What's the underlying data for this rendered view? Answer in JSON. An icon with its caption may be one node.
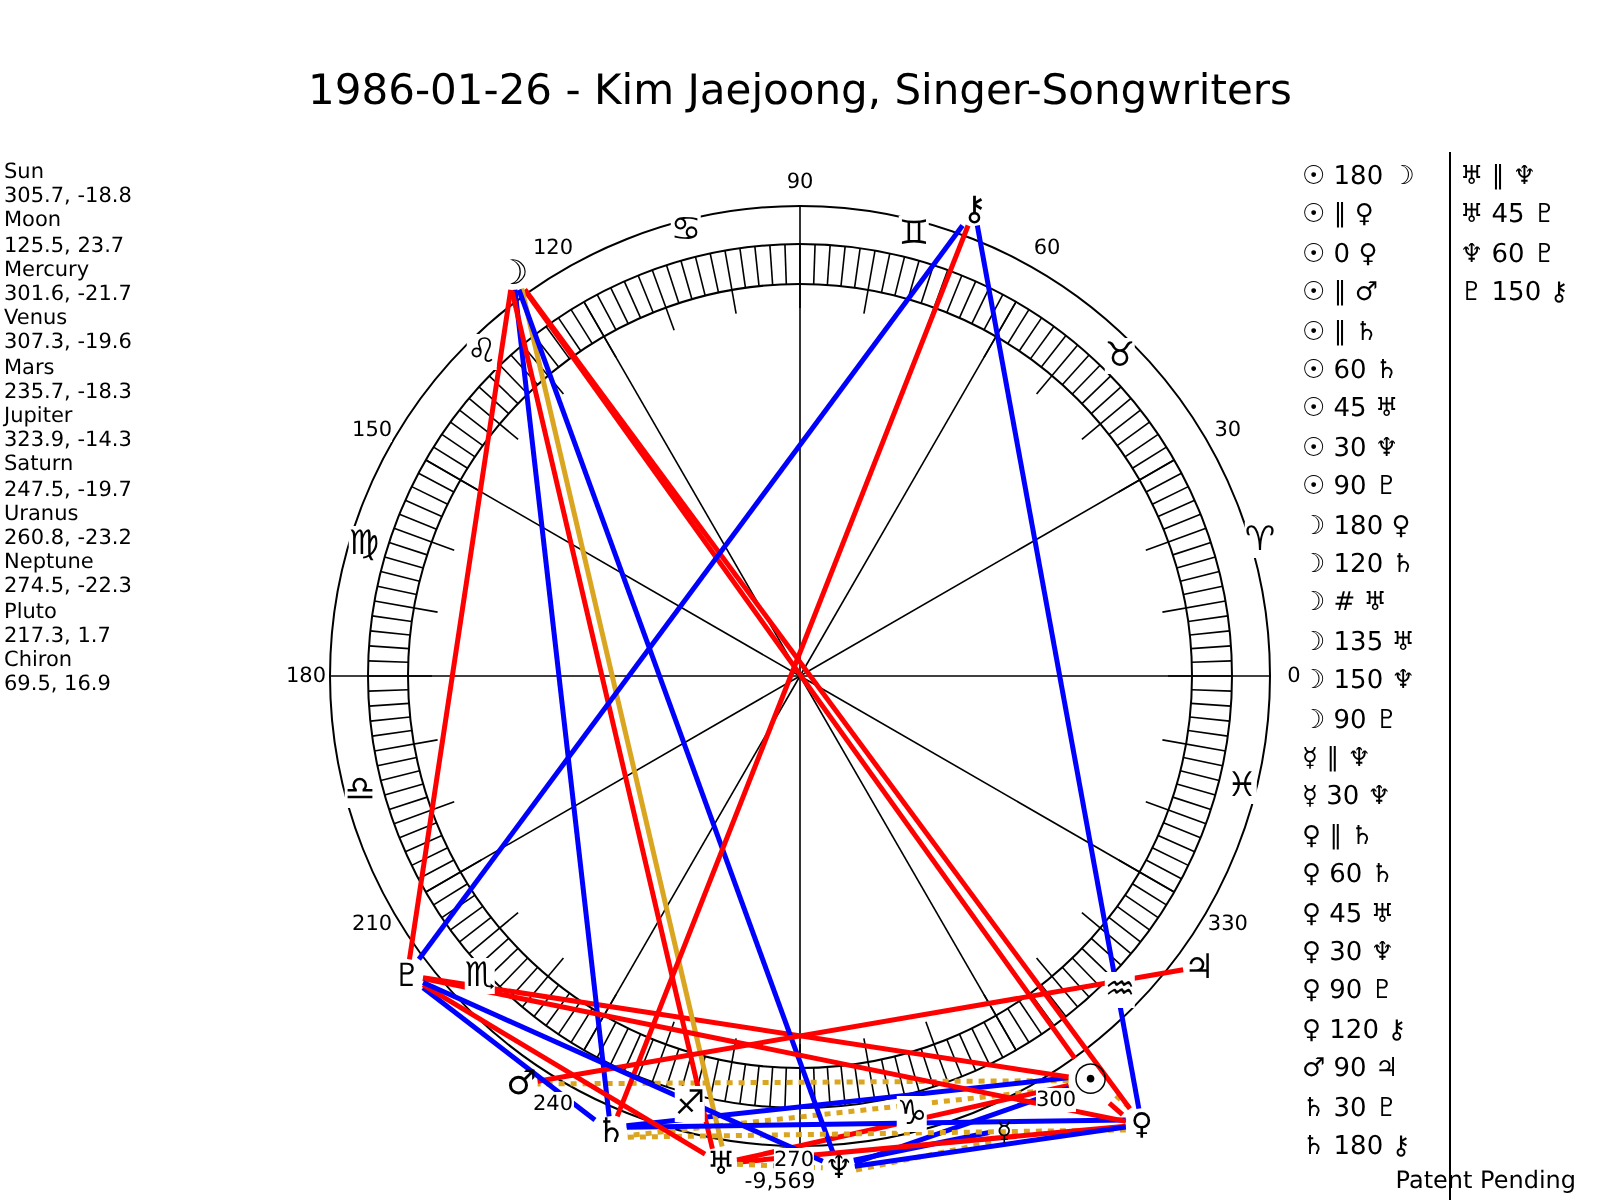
{
  "diagram": {
    "title": "1986-01-26 - Kim Jaejoong, Singer-Songwriters",
    "nodes": [
      {
        "text": [
          "☉"
        ]
      },
      {
        "text": [
          "☽"
        ]
      },
      {
        "text": [
          "☿"
        ]
      },
      {
        "text": [
          "♀"
        ]
      },
      {
        "text": [
          "♂"
        ]
      },
      {
        "text": [
          "♃"
        ]
      },
      {
        "text": [
          "♄"
        ]
      },
      {
        "text": [
          "♅"
        ]
      },
      {
        "text": [
          "♆"
        ]
      },
      {
        "text": [
          "♇"
        ]
      },
      {
        "text": [
          "⚷"
        ]
      }
    ],
    "edges": [
      {
        "from": 0,
        "to": 1,
        "arrow": "none"
      },
      {
        "from": 0,
        "to": 3,
        "arrow": "none",
        "color": "#daa520",
        "style": "dashed"
      },
      {
        "from": 0,
        "to": 3,
        "arrow": "none"
      },
      {
        "from": 0,
        "to": 4,
        "arrow": "none",
        "color": "#daa520",
        "style": "dashed"
      },
      {
        "from": 0,
        "to": 6,
        "arrow": "none",
        "color": "#daa520",
        "style": "dashed"
      },
      {
        "from": 0,
        "to": 6,
        "arrow": "none",
        "color": "#0000ff"
      },
      {
        "from": 0,
        "to": 7,
        "arrow": "none"
      },
      {
        "from": 0,
        "to": 8,
        "arrow": "none",
        "color": "#0000ff"
      },
      {
        "from": 0,
        "to": 9,
        "arrow": "none"
      },
      {
        "from": 1,
        "to": 3,
        "arrow": "none"
      },
      {
        "from": 1,
        "to": 6,
        "arrow": "none",
        "color": "#0000ff"
      },
      {
        "from": 1,
        "to": 7,
        "arrow": "none",
        "color": "#daa520"
      },
      {
        "from": 1,
        "to": 7,
        "arrow": "none"
      },
      {
        "from": 1,
        "to": 8,
        "arrow": "none",
        "color": "#0000ff"
      },
      {
        "from": 1,
        "to": 9,
        "arrow": "none"
      },
      {
        "from": 2,
        "to": 8,
        "arrow": "none",
        "color": "#daa520",
        "style": "dashed"
      },
      {
        "from": 2,
        "to": 8,
        "arrow": "none",
        "color": "#0000ff"
      },
      {
        "from": 3,
        "to": 6,
        "arrow": "none",
        "color": "#daa520",
        "style": "dashed"
      },
      {
        "from": 3,
        "to": 6,
        "arrow": "none",
        "color": "#0000ff"
      },
      {
        "from": 3,
        "to": 7,
        "arrow": "none"
      },
      {
        "from": 3,
        "to": 8,
        "arrow": "none",
        "color": "#0000ff"
      },
      {
        "from": 3,
        "to": 9,
        "arrow": "none"
      },
      {
        "from": 3,
        "to": 10,
        "arrow": "none",
        "color": "#0000ff"
      },
      {
        "from": 4,
        "to": 5,
        "arrow": "none"
      },
      {
        "from": 6,
        "to": 9,
        "arrow": "none",
        "color": "#0000ff"
      },
      {
        "from": 6,
        "to": 10,
        "arrow": "none"
      },
      {
        "from": 7,
        "to": 8,
        "arrow": "none",
        "color": "#daa520",
        "style": "dashed"
      },
      {
        "from": 7,
        "to": 9,
        "arrow": "none"
      },
      {
        "from": 8,
        "to": 9,
        "arrow": "none",
        "color": "#0000ff"
      },
      {
        "from": 9,
        "to": 10,
        "arrow": "none",
        "color": "#0000ff"
      }
    ],
    "labels": [
      "Sun",
      "305.7, -18.8",
      "Moon",
      "125.5, 23.7",
      "Mercury",
      "301.6, -21.7",
      "Venus",
      "307.3, -19.6",
      "Mars",
      "235.7, -18.3",
      "Jupiter",
      "323.9, -14.3",
      "Saturn",
      "247.5, -19.7",
      "Uranus",
      "260.8, -23.2",
      "Neptune",
      "274.5, -22.3",
      "Pluto",
      "217.3, 1.7",
      "Chiron",
      "69.5, 16.9",
      "0",
      "30",
      "60",
      "90",
      "120",
      "150",
      "180",
      "210",
      "240",
      "270",
      "300",
      "330",
      "-9,569",
      "♈",
      "♉",
      "♊",
      "♋",
      "♌",
      "♍",
      "♎",
      "♏",
      "♐",
      "♑",
      "♒",
      "♓",
      "☉ 180 ☽",
      "☉ ∥ ♀",
      "☉ 0 ♀",
      "☉ ∥ ♂",
      "☉ ∥ ♄",
      "☉ 60 ♄",
      "☉ 45 ♅",
      "☉ 30 ♆",
      "☉ 90 ♇",
      "☽ 180 ♀",
      "☽ 120 ♄",
      "☽ # ♅",
      "☽ 135 ♅",
      "☽ 150 ♆",
      "☽ 90 ♇",
      "☿ ∥ ♆",
      "☿ 30 ♆",
      "♀ ∥ ♄",
      "♀ 60 ♄",
      "♀ 45 ♅",
      "♀ 30 ♆",
      "♀ 90 ♇",
      "♀ 120 ⚷",
      "♂ 90 ♃",
      "♄ 30 ♇",
      "♄ 180 ⚷",
      "♅ ∥ ♆",
      "♅ 45 ♇",
      "♆ 60 ♇",
      "♇ 150 ⚷",
      "Patent Pending"
    ]
  }
}
